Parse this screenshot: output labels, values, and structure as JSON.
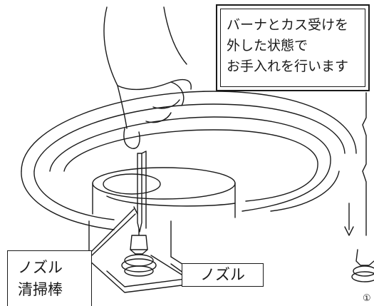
{
  "instruction": {
    "lines": [
      "バーナとカス受けを",
      "外した状態で",
      "お手入れを行います"
    ]
  },
  "labels": {
    "cleaning_rod": [
      "ノズル",
      "清掃棒"
    ],
    "nozzle": "ノズル"
  },
  "step_marker": "①",
  "colors": {
    "line": "#1a1a1a",
    "background": "#ffffff"
  }
}
